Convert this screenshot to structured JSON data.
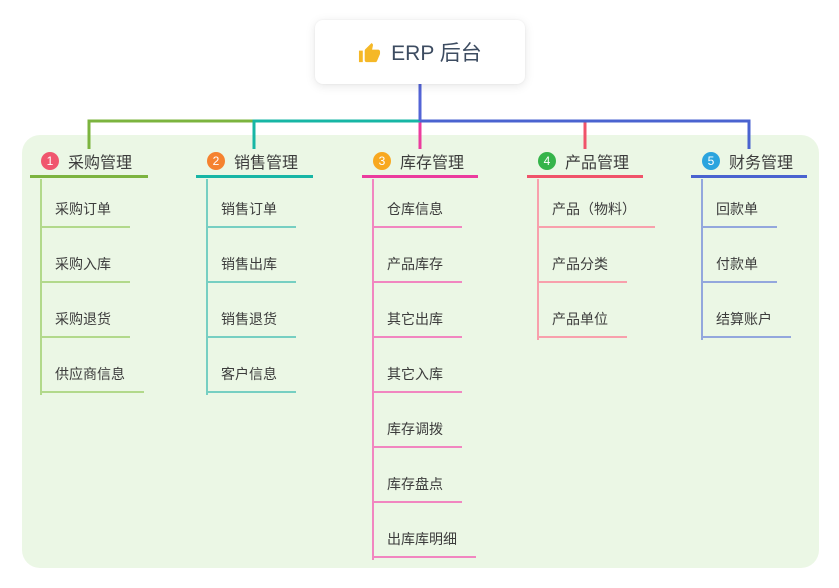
{
  "root": {
    "label": "ERP 后台",
    "icon": "thumbs-up-icon"
  },
  "theme": {
    "panel_bg": "#ebf7e5",
    "stem_color": "#5364d6",
    "root_text_color": "#3d4c61",
    "node_text_color": "#3c3c3c",
    "thumb_color": "#f5b827"
  },
  "branches": [
    {
      "badge": "1",
      "label": "采购管理",
      "badge_color": "#f0566e",
      "line_color": "#7cb43f",
      "child_line_color": "#b2d98b",
      "children": [
        "采购订单",
        "采购入库",
        "采购退货",
        "供应商信息"
      ]
    },
    {
      "badge": "2",
      "label": "销售管理",
      "badge_color": "#f5822f",
      "line_color": "#17b6a5",
      "child_line_color": "#76cfc2",
      "children": [
        "销售订单",
        "销售出库",
        "销售退货",
        "客户信息"
      ]
    },
    {
      "badge": "3",
      "label": "库存管理",
      "badge_color": "#f8a81f",
      "line_color": "#eb3c9e",
      "child_line_color": "#f186c0",
      "children": [
        "仓库信息",
        "产品库存",
        "其它出库",
        "其它入库",
        "库存调拨",
        "库存盘点",
        "出库库明细"
      ]
    },
    {
      "badge": "4",
      "label": "产品管理",
      "badge_color": "#35b44a",
      "line_color": "#f0536a",
      "child_line_color": "#f8a0ac",
      "children": [
        "产品（物料）",
        "产品分类",
        "产品单位"
      ]
    },
    {
      "badge": "5",
      "label": "财务管理",
      "badge_color": "#2ba4de",
      "line_color": "#4a63d0",
      "child_line_color": "#93a7dd",
      "children": [
        "回款单",
        "付款单",
        "结算账户"
      ]
    }
  ]
}
